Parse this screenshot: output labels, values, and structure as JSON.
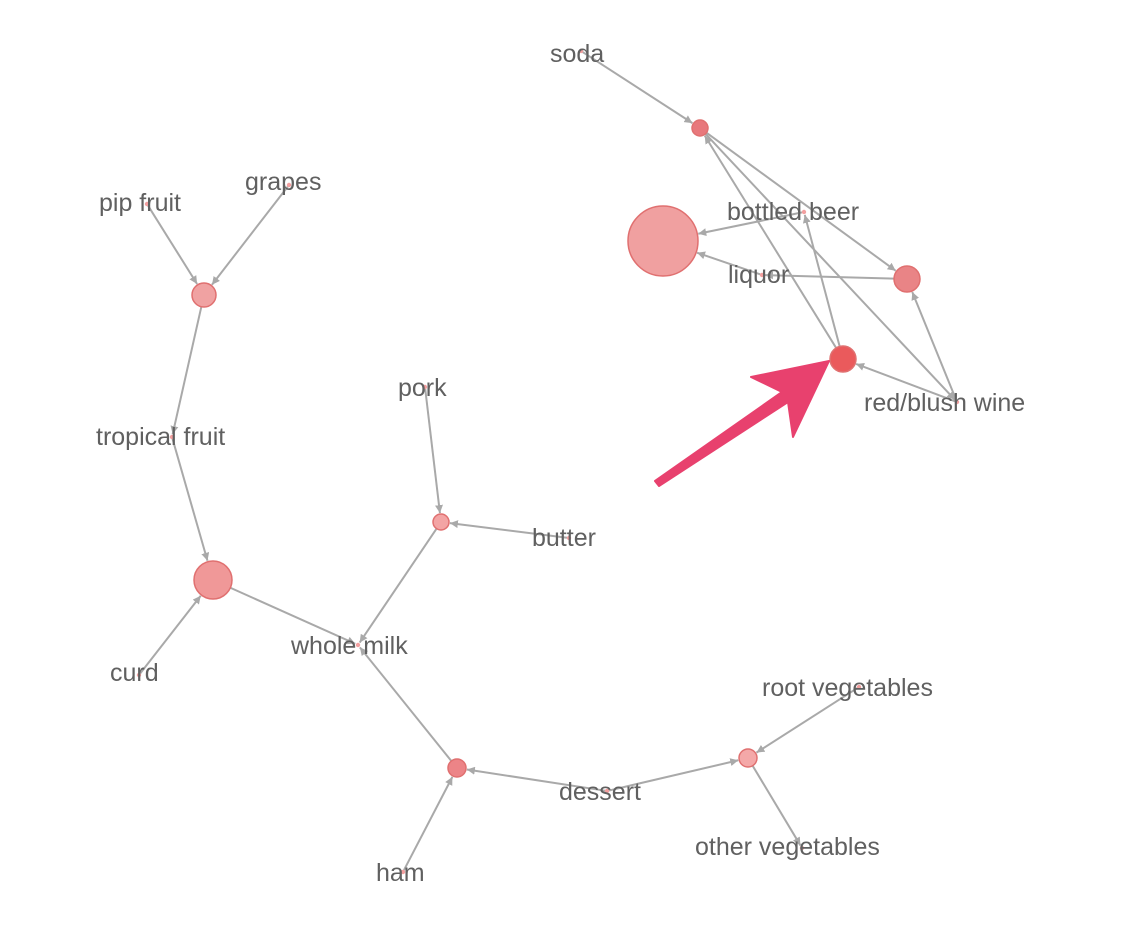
{
  "graph": {
    "edge_color": "#a9a9a9",
    "label_color": "#606060",
    "pointer_color": "#e8416e",
    "items": [
      {
        "id": "soda",
        "label": "soda",
        "kind": "item"
      },
      {
        "id": "bottled_beer",
        "label": "bottled beer",
        "kind": "item"
      },
      {
        "id": "liquor",
        "label": "liquor",
        "kind": "item"
      },
      {
        "id": "red_blush_wine",
        "label": "red/blush wine",
        "kind": "item"
      },
      {
        "id": "pip_fruit",
        "label": "pip fruit",
        "kind": "item"
      },
      {
        "id": "grapes",
        "label": "grapes",
        "kind": "item"
      },
      {
        "id": "tropical_fruit",
        "label": "tropical fruit",
        "kind": "item"
      },
      {
        "id": "pork",
        "label": "pork",
        "kind": "item"
      },
      {
        "id": "butter",
        "label": "butter",
        "kind": "item"
      },
      {
        "id": "whole_milk",
        "label": "whole milk",
        "kind": "item"
      },
      {
        "id": "curd",
        "label": "curd",
        "kind": "item"
      },
      {
        "id": "root_vegetables",
        "label": "root vegetables",
        "kind": "item"
      },
      {
        "id": "dessert",
        "label": "dessert",
        "kind": "item"
      },
      {
        "id": "other_vegetables",
        "label": "other vegetables",
        "kind": "item"
      },
      {
        "id": "ham",
        "label": "ham",
        "kind": "item"
      }
    ],
    "rules": [
      {
        "id": "r_soda",
        "color": "#e8787c"
      },
      {
        "id": "r_liquor_big",
        "color": "#f0a0a0"
      },
      {
        "id": "r_wine",
        "color": "#e98486"
      },
      {
        "id": "r_highlight",
        "color": "#ea5a5c"
      },
      {
        "id": "r_fruit",
        "color": "#f0a2a2"
      },
      {
        "id": "r_tropical",
        "color": "#f09898"
      },
      {
        "id": "r_pork",
        "color": "#f3a4a4"
      },
      {
        "id": "r_ham",
        "color": "#ec8487"
      },
      {
        "id": "r_veg",
        "color": "#f4a8a8"
      }
    ],
    "edges": [
      [
        "soda",
        "r_soda"
      ],
      [
        "r_soda",
        "red_blush_wine"
      ],
      [
        "r_soda",
        "r_wine"
      ],
      [
        "r_highlight",
        "r_soda"
      ],
      [
        "bottled_beer",
        "r_liquor_big"
      ],
      [
        "r_highlight",
        "bottled_beer"
      ],
      [
        "r_wine",
        "liquor"
      ],
      [
        "liquor",
        "r_liquor_big"
      ],
      [
        "red_blush_wine",
        "r_wine"
      ],
      [
        "red_blush_wine",
        "r_highlight"
      ],
      [
        "pip_fruit",
        "r_fruit"
      ],
      [
        "grapes",
        "r_fruit"
      ],
      [
        "r_fruit",
        "tropical_fruit"
      ],
      [
        "tropical_fruit",
        "r_tropical"
      ],
      [
        "curd",
        "r_tropical"
      ],
      [
        "r_tropical",
        "whole_milk"
      ],
      [
        "pork",
        "r_pork"
      ],
      [
        "butter",
        "r_pork"
      ],
      [
        "r_pork",
        "whole_milk"
      ],
      [
        "r_ham",
        "whole_milk"
      ],
      [
        "ham",
        "r_ham"
      ],
      [
        "dessert",
        "r_ham"
      ],
      [
        "dessert",
        "r_veg"
      ],
      [
        "root_vegetables",
        "r_veg"
      ],
      [
        "r_veg",
        "other_vegetables"
      ]
    ]
  }
}
